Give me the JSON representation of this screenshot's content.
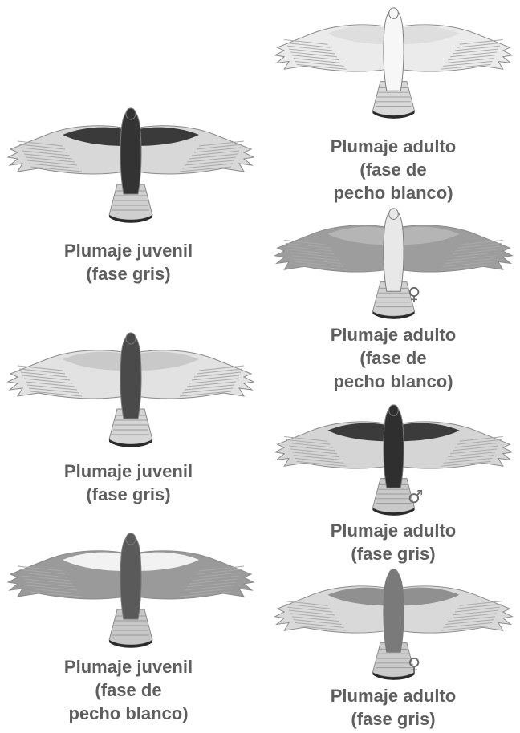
{
  "birds": [
    {
      "id": "juv-gris-1",
      "caption": [
        "Plumaje juvenil",
        "(fase gris)"
      ],
      "colors": {
        "wing_band": "#3a3a3a",
        "wing_inner": "#d8d8d8",
        "body": "#333333",
        "tail": "#cfcfcf"
      }
    },
    {
      "id": "juv-gris-2",
      "caption": [
        "Plumaje juvenil",
        "(fase gris)"
      ],
      "colors": {
        "wing_band": "#c9c9c9",
        "wing_inner": "#e2e2e2",
        "body": "#4a4a4a",
        "tail": "#d6d6d6"
      }
    },
    {
      "id": "juv-blanco",
      "caption": [
        "Plumaje juvenil",
        "(fase de",
        "pecho blanco)"
      ],
      "colors": {
        "wing_band": "#f2f2f2",
        "wing_inner": "#9a9a9a",
        "body": "#5a5a5a",
        "tail": "#c7c7c7"
      }
    },
    {
      "id": "adult-blanco-1",
      "caption": [
        "Plumaje adulto",
        "(fase de",
        "pecho blanco)"
      ],
      "colors": {
        "wing_band": "#dedede",
        "wing_inner": "#ebebeb",
        "body": "#f7f7f7",
        "tail": "#d9d9d9"
      }
    },
    {
      "id": "adult-blanco-2",
      "caption": [
        "Plumaje adulto",
        "(fase de",
        "pecho blanco)"
      ],
      "sex": "♀",
      "colors": {
        "wing_band": "#b5b5b5",
        "wing_inner": "#9d9d9d",
        "body": "#e8e8e8",
        "tail": "#d2d2d2"
      }
    },
    {
      "id": "adult-gris-male",
      "caption": [
        "Plumaje adulto",
        "(fase gris)"
      ],
      "sex": "♂",
      "colors": {
        "wing_band": "#3b3b3b",
        "wing_inner": "#d5d5d5",
        "body": "#2f2f2f",
        "tail": "#c9c9c9"
      }
    },
    {
      "id": "adult-gris-female",
      "caption": [
        "Plumaje adulto",
        "(fase gris)"
      ],
      "sex": "♀",
      "colors": {
        "wing_band": "#909090",
        "wing_inner": "#d9d9d9",
        "body": "#7a7a7a",
        "tail": "#cbcbcb"
      }
    }
  ]
}
